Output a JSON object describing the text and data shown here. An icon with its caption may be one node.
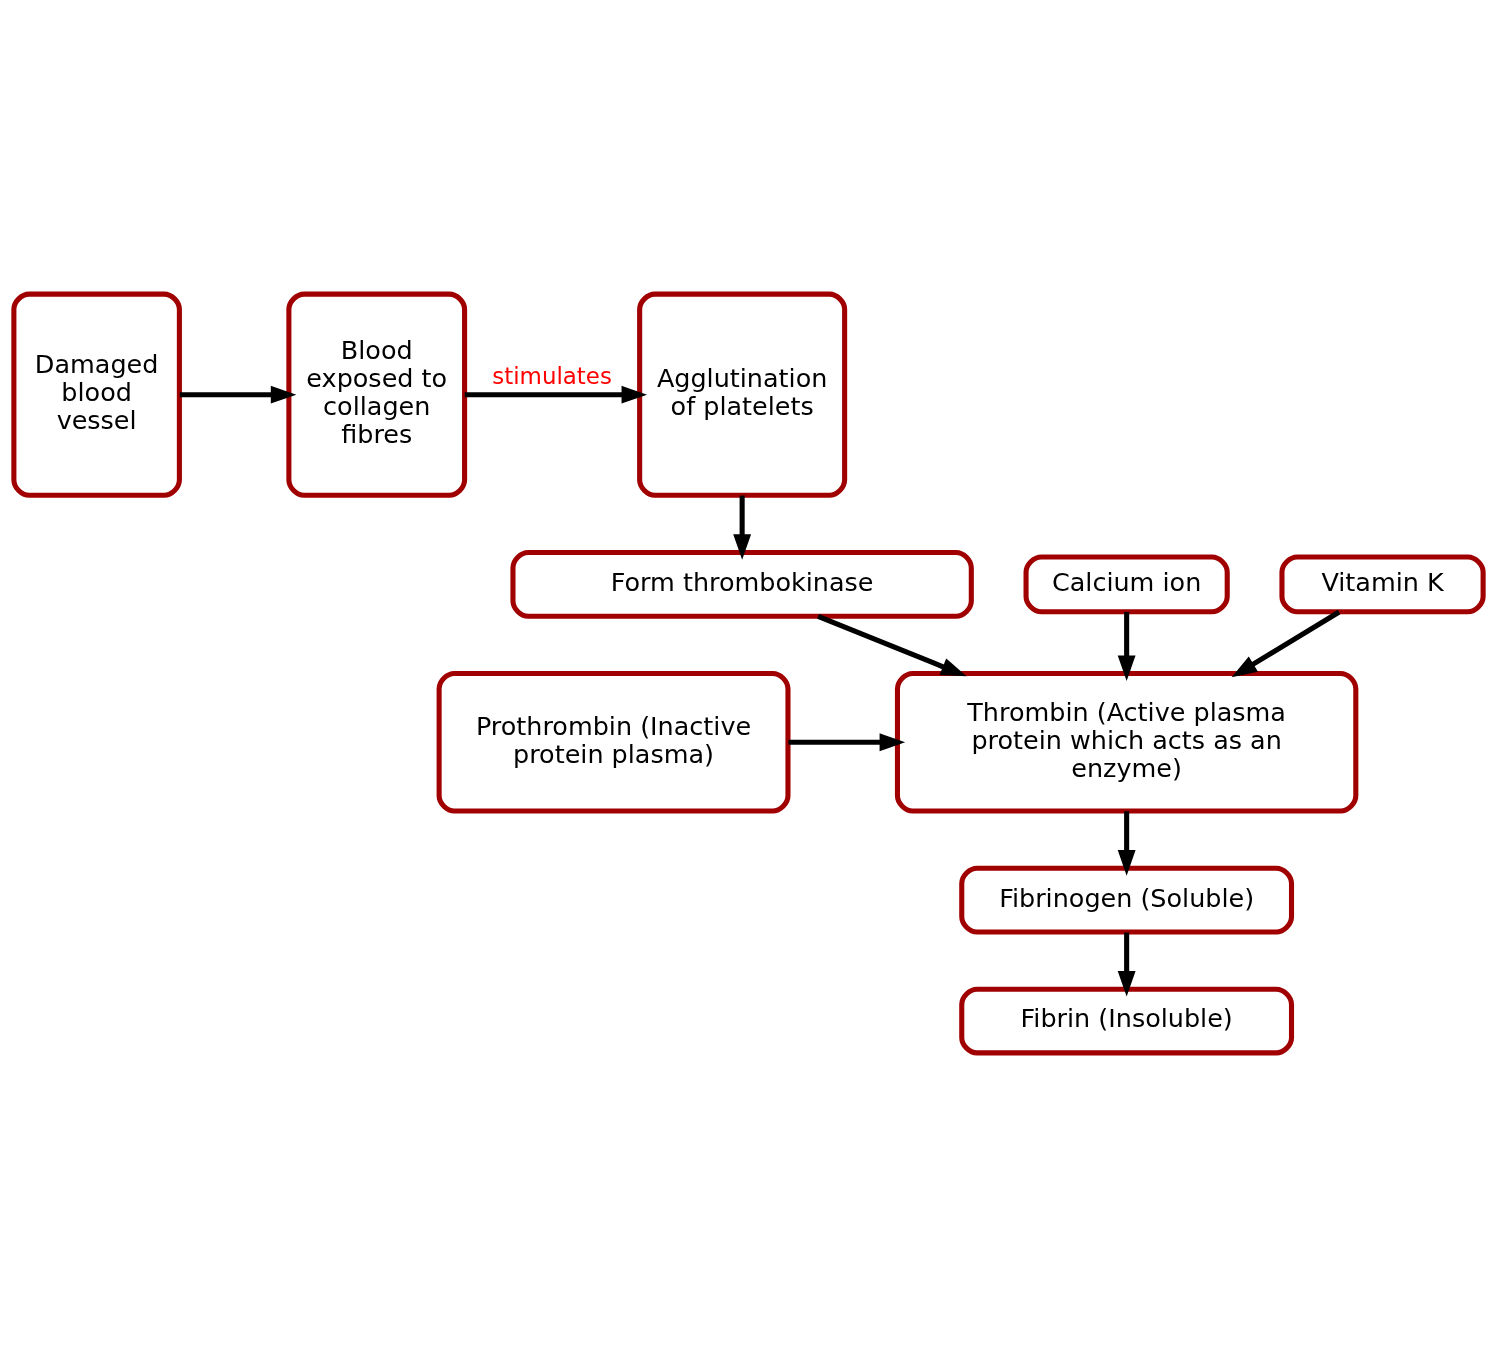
{
  "diagram": {
    "nodes": [
      {
        "text": [
          "Damaged blood vessel"
        ]
      },
      {
        "text": [
          "Blood exposed to collagen fibres"
        ]
      },
      {
        "text": [
          "Agglutination of platelets"
        ]
      },
      {
        "text": [
          "Form thrombokinase"
        ]
      },
      {
        "text": [
          "Calcium ion"
        ]
      },
      {
        "text": [
          "Vitamin K"
        ]
      },
      {
        "text": [
          "Prothrombin (Inactive protein plasma)"
        ]
      },
      {
        "text": [
          "Thrombin (Active plasma protein which acts as an enzyme)"
        ]
      },
      {
        "text": [
          "Fibrinogen (Soluble)"
        ]
      },
      {
        "text": [
          "Fibrin (Insoluble)"
        ]
      }
    ],
    "edges": [
      {
        "from": 0,
        "to": 1,
        "arrow": "to"
      },
      {
        "from": 1,
        "to": 2,
        "arrow": "to",
        "label": "stimulates"
      },
      {
        "from": 2,
        "to": 3,
        "arrow": "to"
      },
      {
        "from": 3,
        "to": 7,
        "arrow": "to"
      },
      {
        "from": 4,
        "to": 7,
        "arrow": "to"
      },
      {
        "from": 5,
        "to": 7,
        "arrow": "to"
      },
      {
        "from": 6,
        "to": 7,
        "arrow": "to"
      },
      {
        "from": 7,
        "to": 8,
        "arrow": "to"
      },
      {
        "from": 8,
        "to": 9,
        "arrow": "to"
      }
    ]
  }
}
